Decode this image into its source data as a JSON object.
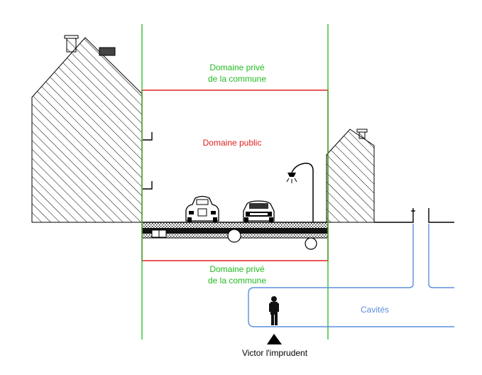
{
  "labels": {
    "private_top_line1": "Domaine privé",
    "private_top_line2": "de la commune",
    "public": "Domaine public",
    "private_bottom_line1": "Domaine privé",
    "private_bottom_line2": "de la commune",
    "cavities": "Cavités",
    "person": "Victor l'imprudent"
  },
  "colors": {
    "private_domain": "#22bb22",
    "public_domain": "#e02020",
    "cavities": "#5b8fdb",
    "ink": "#000000"
  },
  "icons": [
    "house-icon",
    "car-icon",
    "street-lamp-icon",
    "person-icon",
    "pointer-triangle-icon"
  ]
}
